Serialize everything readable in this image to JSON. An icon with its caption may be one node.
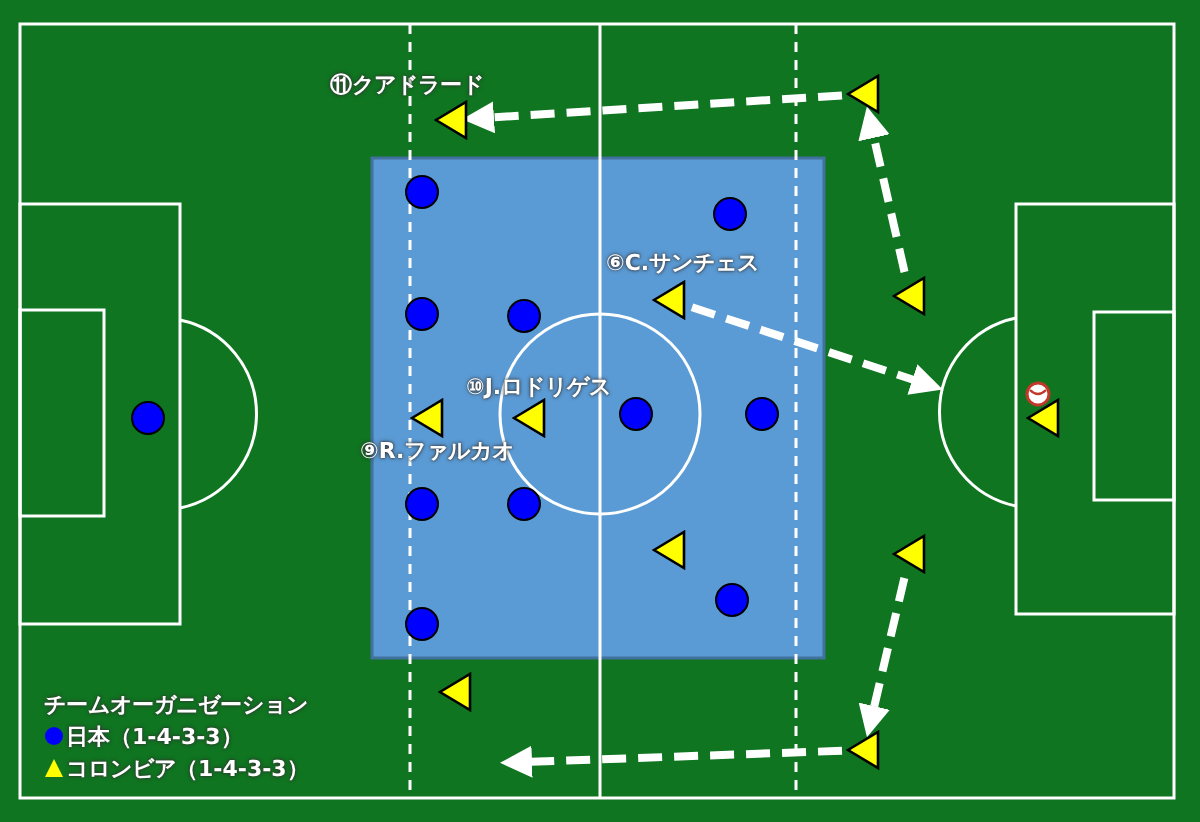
{
  "diagram": {
    "nodes": [
      {
        "text": [],
        "shape": "triangle"
      },
      {
        "text": [],
        "shape": "triangle",
        "beside": [
          "⑪クアドラード"
        ]
      },
      {
        "text": [],
        "shape": "circle"
      },
      {
        "text": [],
        "shape": "circle"
      },
      {
        "text": [],
        "shape": "triangle"
      },
      {
        "text": [],
        "shape": "triangle",
        "beside": [
          "⑥C.サンチェス"
        ]
      },
      {
        "text": [],
        "shape": "circle"
      },
      {
        "text": [],
        "shape": "circle"
      },
      {
        "text": [],
        "shape": "circle"
      },
      {
        "text": [],
        "shape": "triangle",
        "beside": [
          "⑨R.ファルカオ"
        ]
      },
      {
        "text": [],
        "shape": "triangle",
        "beside": [
          "⑩J.ロドリゲス"
        ]
      },
      {
        "text": [],
        "shape": "circle"
      },
      {
        "text": [],
        "shape": "circle"
      },
      {
        "text": [],
        "shape": "triangle"
      },
      {
        "text": [],
        "shape": "circle"
      },
      {
        "text": [],
        "shape": "circle"
      },
      {
        "text": [],
        "shape": "triangle"
      },
      {
        "text": [],
        "shape": "triangle"
      },
      {
        "text": [],
        "shape": "circle"
      },
      {
        "text": [],
        "shape": "circle"
      },
      {
        "text": [],
        "shape": "triangle"
      },
      {
        "text": [],
        "shape": "triangle"
      }
    ],
    "edges": [
      {
        "from": 0,
        "to": 1,
        "arrow": "to",
        "style": "dashed"
      },
      {
        "from": 4,
        "to": 0,
        "arrow": "to",
        "style": "dashed"
      },
      {
        "from": 5,
        "to": null,
        "arrow": "to",
        "style": "dashed"
      },
      {
        "from": 17,
        "to": 21,
        "arrow": "to",
        "style": "dashed"
      },
      {
        "from": 21,
        "to": null,
        "arrow": "to",
        "style": "dashed"
      }
    ],
    "labels": [
      "チームオーガニゼーション"
    ],
    "legend": [
      {
        "text": "日本（1-4-3-3）",
        "color": "#0000ff"
      },
      {
        "text": "コロンビア（1-4-3-3）",
        "color": "#ffff00"
      }
    ]
  }
}
